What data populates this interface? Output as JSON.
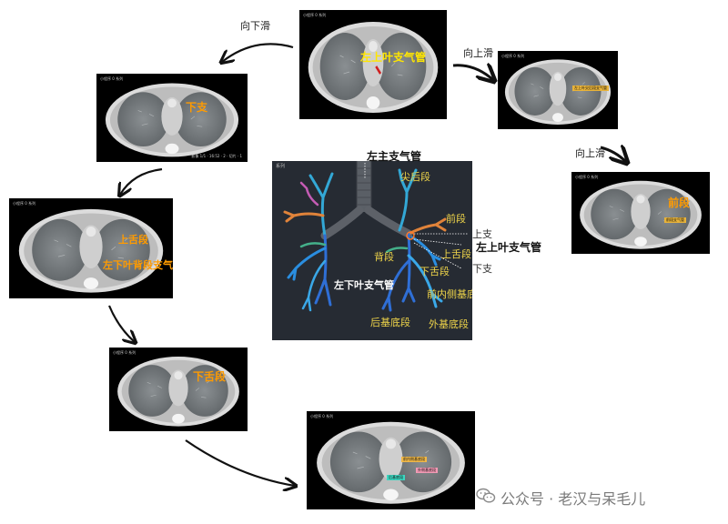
{
  "captions": {
    "down_top": "向下滑",
    "up_right1": "向上滑",
    "up_right2": "向上滑"
  },
  "scans": {
    "top_center": {
      "header": "小程序 0 系列",
      "label": "左上叶支气管"
    },
    "left1": {
      "header": "小程序 0 系列",
      "footer": "影像 1/1 · 16:52 · 2 · 切片 · 1",
      "label": "下支"
    },
    "left2": {
      "header": "小程序 0 系列",
      "label1": "上舌段",
      "label2": "左下叶背段支气管"
    },
    "left3": {
      "header": "小程序 0 系列",
      "label": "下舌段"
    },
    "bottom": {
      "header": "小程序 0 系列",
      "tag1": "前内侧基底段",
      "tag2": "外侧基底段",
      "tag3": "后基底段"
    },
    "right1": {
      "header": "小程序 0 系列",
      "tag": "左上叶尖后段支气管"
    },
    "right2": {
      "header": "小程序 0 系列",
      "label": "前段",
      "tag": "前段支气管"
    }
  },
  "tree": {
    "header": "系列",
    "left_main": "左主支气管",
    "apical_posterior": "尖后段",
    "anterior": "前段",
    "superior": "上支",
    "left_upper_lobe": "左上叶支气管",
    "superior_lingular": "上舌段",
    "inferior_branch": "下支",
    "inferior_lingular": "下舌段",
    "superior_segment": "背段",
    "left_lower_lobe": "左下叶支气管",
    "anteromedial_basal": "前内侧基底段",
    "posterior_basal": "后基底段",
    "lateral_basal": "外基底段"
  },
  "watermark": "公众号 · 老汉与呆毛儿",
  "colors": {
    "label_yellow": "#ffe600",
    "label_orange": "#ff9b00",
    "tree_bg": "#262b33",
    "tree_label": "#f0d64a"
  }
}
